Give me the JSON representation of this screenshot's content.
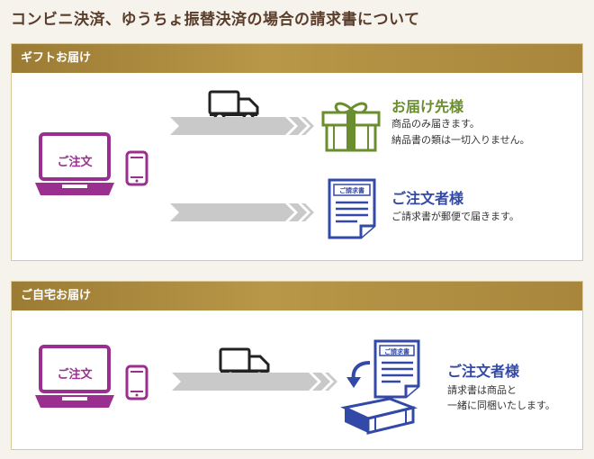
{
  "page": {
    "title": "コンビニ決済、ゆうちょ振替決済の場合の請求書について"
  },
  "gift": {
    "header": "ギフトお届け",
    "laptop_label": "ご注文",
    "recipient": {
      "title": "お届け先様",
      "line1": "商品のみ届きます。",
      "line2": "納品書の類は一切入りません。"
    },
    "orderer": {
      "title": "ご注文者様",
      "line1": "ご請求書が郵便で届きます。"
    },
    "doc_label": "ご請求書"
  },
  "home": {
    "header": "ご自宅お届け",
    "laptop_label": "ご注文",
    "orderer": {
      "title": "ご注文者様",
      "line1": "請求書は商品と",
      "line2": "一緒に同梱いたします。"
    },
    "doc_label": "ご請求書"
  },
  "colors": {
    "purple": "#9a2f90",
    "green": "#6a8e2e",
    "blue": "#3249a8",
    "gold": "#a8863c"
  }
}
